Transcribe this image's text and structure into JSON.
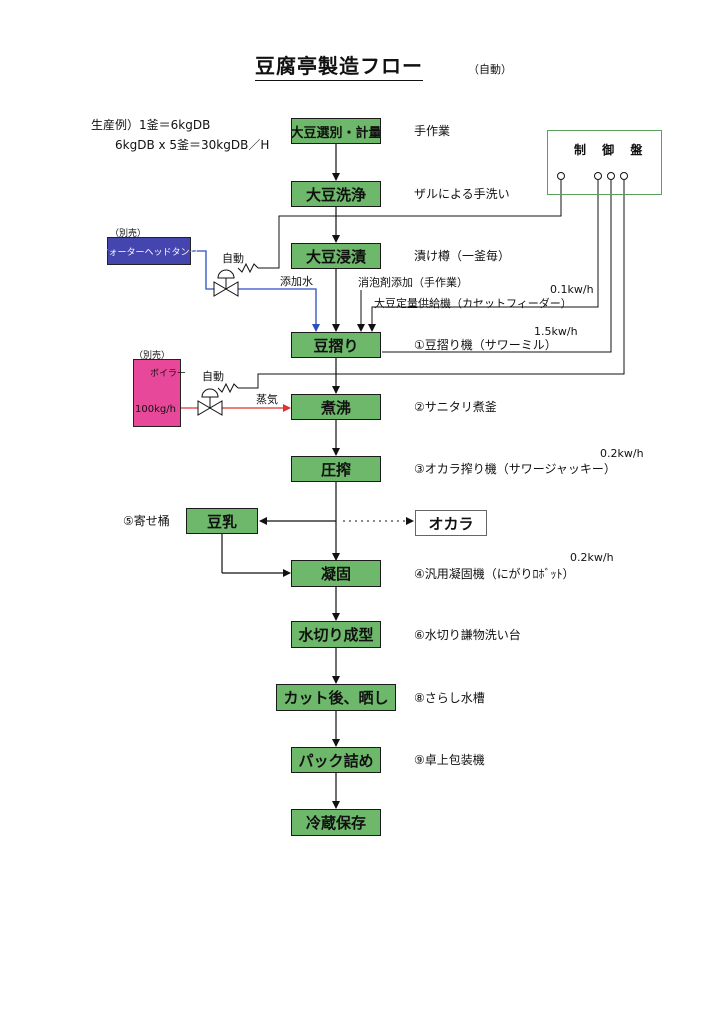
{
  "title": "豆腐亭製造フロー",
  "subtitle": "（自動）",
  "production_example": {
    "line1": "生産例）1釜＝6kgDB",
    "line2": "6kgDB x 5釜＝30kgDB／H"
  },
  "control_panel": {
    "label": "制 御 盤"
  },
  "steps": [
    {
      "label": "大豆選別・計量",
      "note": "手作業"
    },
    {
      "label": "大豆洗浄",
      "note": "ザルによる手洗い"
    },
    {
      "label": "大豆浸漬",
      "note": "漬け樽（一釜毎）"
    },
    {
      "label": "豆摺り",
      "note": "①豆摺り機（サワーミル）"
    },
    {
      "label": "煮沸",
      "note": "②サニタリ煮釜"
    },
    {
      "label": "圧搾",
      "note": "③オカラ搾り機（サワージャッキー）"
    },
    {
      "label": "豆乳",
      "note": "⑤寄せ桶"
    },
    {
      "label": "凝固",
      "note": "④汎用凝固機（にがりﾛﾎﾞｯﾄ）"
    },
    {
      "label": "水切り成型",
      "note": "⑥水切り謙物洗い台"
    },
    {
      "label": "カット後、晒し",
      "note": "⑧さらし水槽"
    },
    {
      "label": "パック詰め",
      "note": "⑨卓上包装機"
    },
    {
      "label": "冷蔵保存",
      "note": ""
    }
  ],
  "okara": "オカラ",
  "water_tank": {
    "tag": "（別売）",
    "label": "ウォーターヘッドタンク",
    "valve_label": "自動",
    "flow_label": "添加水"
  },
  "boiler": {
    "tag": "（別売）",
    "label": "ボイラー",
    "capacity": "100kg/h",
    "valve_label": "自動",
    "flow_label": "蒸気"
  },
  "annotations": {
    "defoamer": "消泡剤添加（手作業）",
    "feeder": "大豆定量供給機（カセットフィーダー）",
    "power_feeder": "0.1kw/h",
    "power_mill": "1.5kw/h",
    "power_jack": "0.2kw/h",
    "power_robot": "0.2kw/h"
  },
  "colors": {
    "step_fill": "#6db86a",
    "tank_fill": "#4545b0",
    "boiler_fill": "#e8489a",
    "water_line": "#2a4fc0",
    "steam_line": "#e03030"
  }
}
